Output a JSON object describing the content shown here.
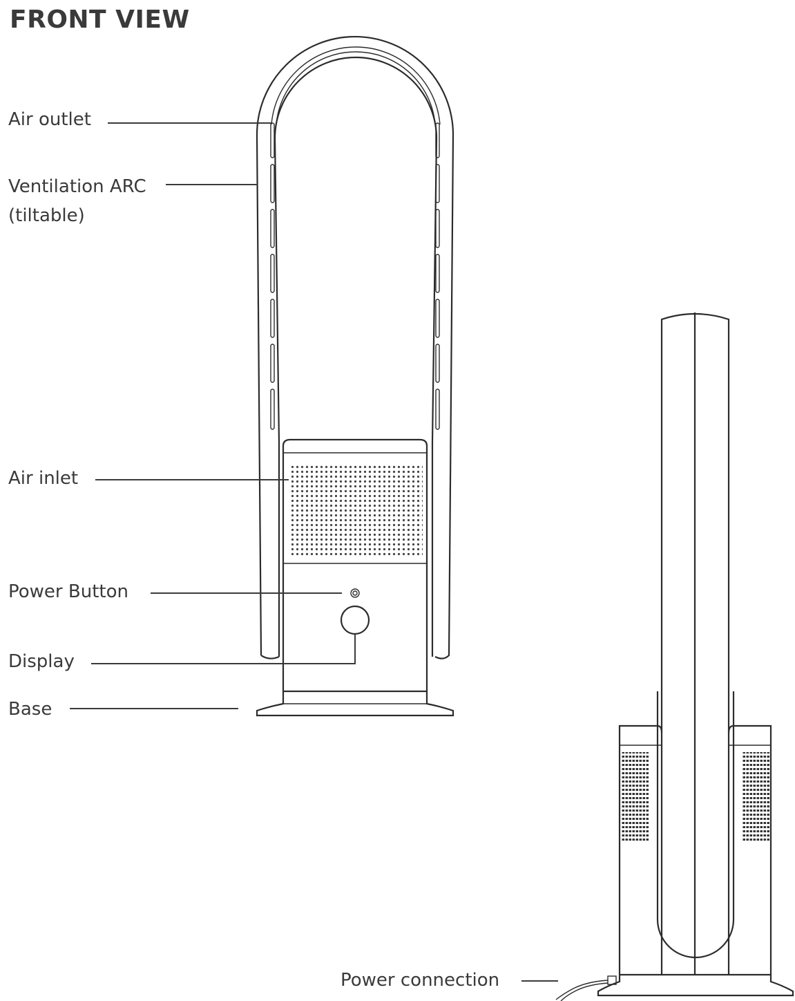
{
  "title": "FRONT VIEW",
  "labels": {
    "air_outlet": "Air outlet",
    "ventilation_arc": "Ventilation ARC\n(tiltable)",
    "air_inlet": "Air inlet",
    "power_button": "Power Button",
    "display": "Display",
    "base": "Base",
    "power_connection": "Power connection"
  }
}
